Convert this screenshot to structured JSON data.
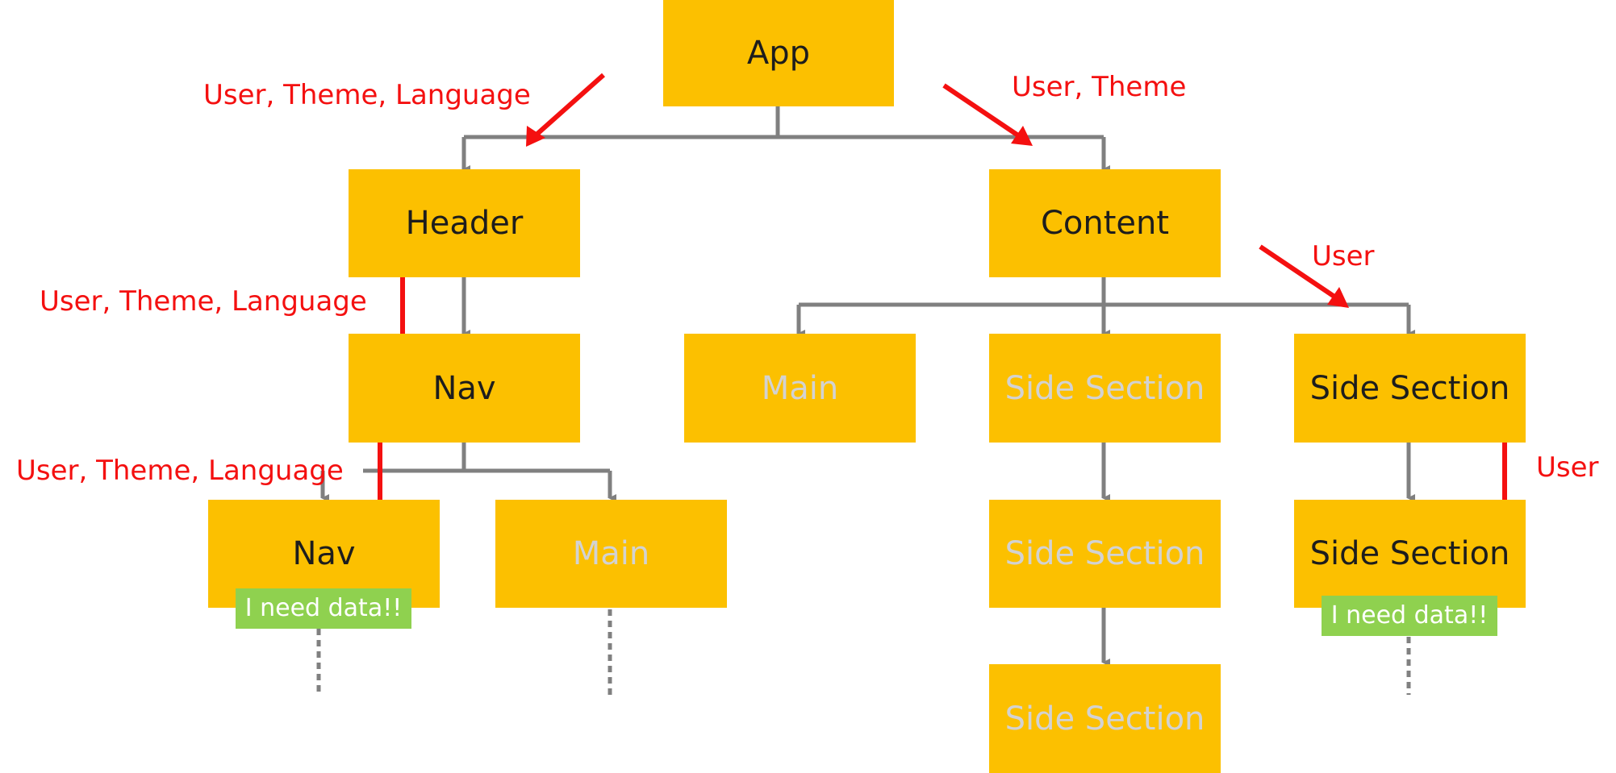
{
  "colors": {
    "node_fill": "#FCC000",
    "node_text": "#1d1d1d",
    "node_text_faded": "#d2d2d2",
    "connector": "#808080",
    "data_arrow": "#f41010",
    "badge_fill": "#8fd14f",
    "badge_text": "#ffffff"
  },
  "nodes": {
    "app": "App",
    "header": "Header",
    "content": "Content",
    "nav_level2": "Nav",
    "main_level2": "Main",
    "side_section_middle_1": "Side Section",
    "side_section_right_1": "Side Section",
    "nav_level3": "Nav",
    "main_level3": "Main",
    "side_section_middle_2": "Side Section",
    "side_section_right_2": "Side Section",
    "side_section_middle_3": "Side Section"
  },
  "faded_nodes": [
    "main_level2",
    "side_section_middle_1",
    "main_level3",
    "side_section_middle_2",
    "side_section_middle_3"
  ],
  "data_flow_labels": {
    "app_to_header": "User, Theme, Language",
    "app_to_content": "User, Theme",
    "header_to_nav": "User, Theme, Language",
    "nav_to_nav": "User, Theme, Language",
    "content_to_side_section": "User",
    "side_section_to_side_section": "User"
  },
  "badges": {
    "nav_badge": "I need data!!",
    "side_section_badge": "I need data!!"
  }
}
